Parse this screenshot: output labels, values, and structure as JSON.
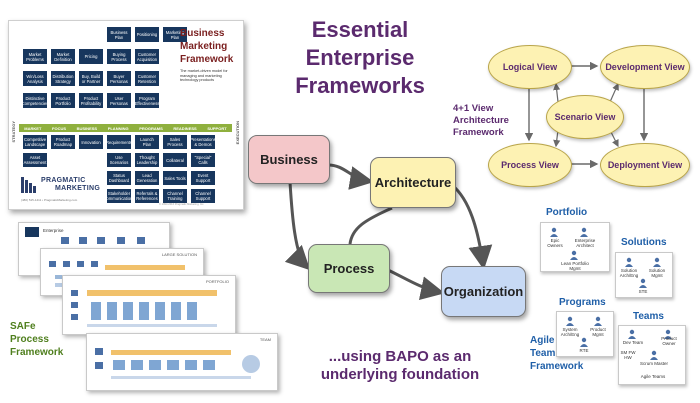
{
  "title": {
    "lines": [
      "Essential",
      "Enterprise",
      "Frameworks"
    ]
  },
  "pragmatic_marketing": {
    "title_lines": [
      "Business",
      "Marketing",
      "Framework"
    ],
    "subtitle": "The market-driven model for managing and marketing technology products",
    "logo_lines": [
      "PRAGMATIC",
      "MARKETING"
    ],
    "contact": "(480) 515-1411 • PragmaticMarketing.com",
    "footer": "© 1993-2016 Pragmatic Marketing, Inc.",
    "side_left": "STRATEGY",
    "side_right": "EXECUTION",
    "band_labels": [
      "MARKET",
      "FOCUS",
      "BUSINESS",
      "PLANNING",
      "PROGRAMS",
      "READINESS",
      "SUPPORT"
    ],
    "upper_boxes": [
      "Business Plan",
      "Positioning",
      "Marketing Plan",
      "Market Problems",
      "Market Definition",
      "Pricing",
      "Buying Process",
      "Customer Acquisition",
      "Win/Loss Analysis",
      "Distribution Strategy",
      "Buy, Build or Partner",
      "Buyer Personas",
      "Customer Retention",
      "Distinctive Competencies",
      "Product Portfolio",
      "Product Profitability",
      "User Personas",
      "Program Effectiveness"
    ],
    "lower_boxes": [
      "Competitive Landscape",
      "Product Roadmap",
      "Innovation",
      "Requirements",
      "Launch Plan",
      "Sales Process",
      "Presentations & Demos",
      "Asset Assessment",
      "Use Scenarios",
      "Thought Leadership",
      "Collateral",
      "\"Special\" Calls",
      "Status Dashboard",
      "Lead Generation",
      "Sales Tools",
      "Event Support",
      "Stakeholder Communications",
      "Referrals & References",
      "Channel Training",
      "Channel Support"
    ]
  },
  "bapo": {
    "business": "Business",
    "architecture": "Architecture",
    "process": "Process",
    "organization": "Organization",
    "tagline_lines": [
      "...using BAPO as an",
      "underlying foundation"
    ]
  },
  "four_plus_one": {
    "label_lines": [
      "4+1 View",
      "Architecture",
      "Framework"
    ],
    "logical": "Logical View",
    "development": "Development View",
    "scenario": "Scenario View",
    "process": "Process View",
    "deployment": "Deployment View"
  },
  "safe": {
    "label_lines": [
      "SAFe",
      "Process",
      "Framework"
    ],
    "card_headers": [
      "Enterprise",
      "LARGE SOLUTION",
      "PORTFOLIO",
      "TEAM"
    ]
  },
  "agile_team": {
    "portfolio": "Portfolio",
    "solutions": "Solutions",
    "programs": "Programs",
    "teams": "Teams",
    "label_lines": [
      "Agile",
      "Team",
      "Framework"
    ],
    "portfolio_roles": [
      "Epic Owners",
      "Enterprise Architect",
      "Lean Portfolio Mgmt"
    ],
    "solutions_roles": [
      "Solution Arch/Eng",
      "Solution Mgmt",
      "STE"
    ],
    "programs_roles": [
      "System Arch/Eng",
      "Product Mgmt",
      "RTE"
    ],
    "teams_roles": [
      "Dev Team",
      "Product Owner",
      "SM FW HW",
      "Scrum Master",
      "Agile Teams"
    ]
  },
  "colors": {
    "title": "#5b2a6e",
    "business_fill": "#f4c7c9",
    "architecture_fill": "#fdf2b3",
    "process_fill": "#c9e7b5",
    "organization_fill": "#c7d9f4",
    "pm_box": "#17365d",
    "pm_band": "#8fb03e",
    "safe_label": "#4f7f1e",
    "agile_label": "#1f5fa8"
  }
}
